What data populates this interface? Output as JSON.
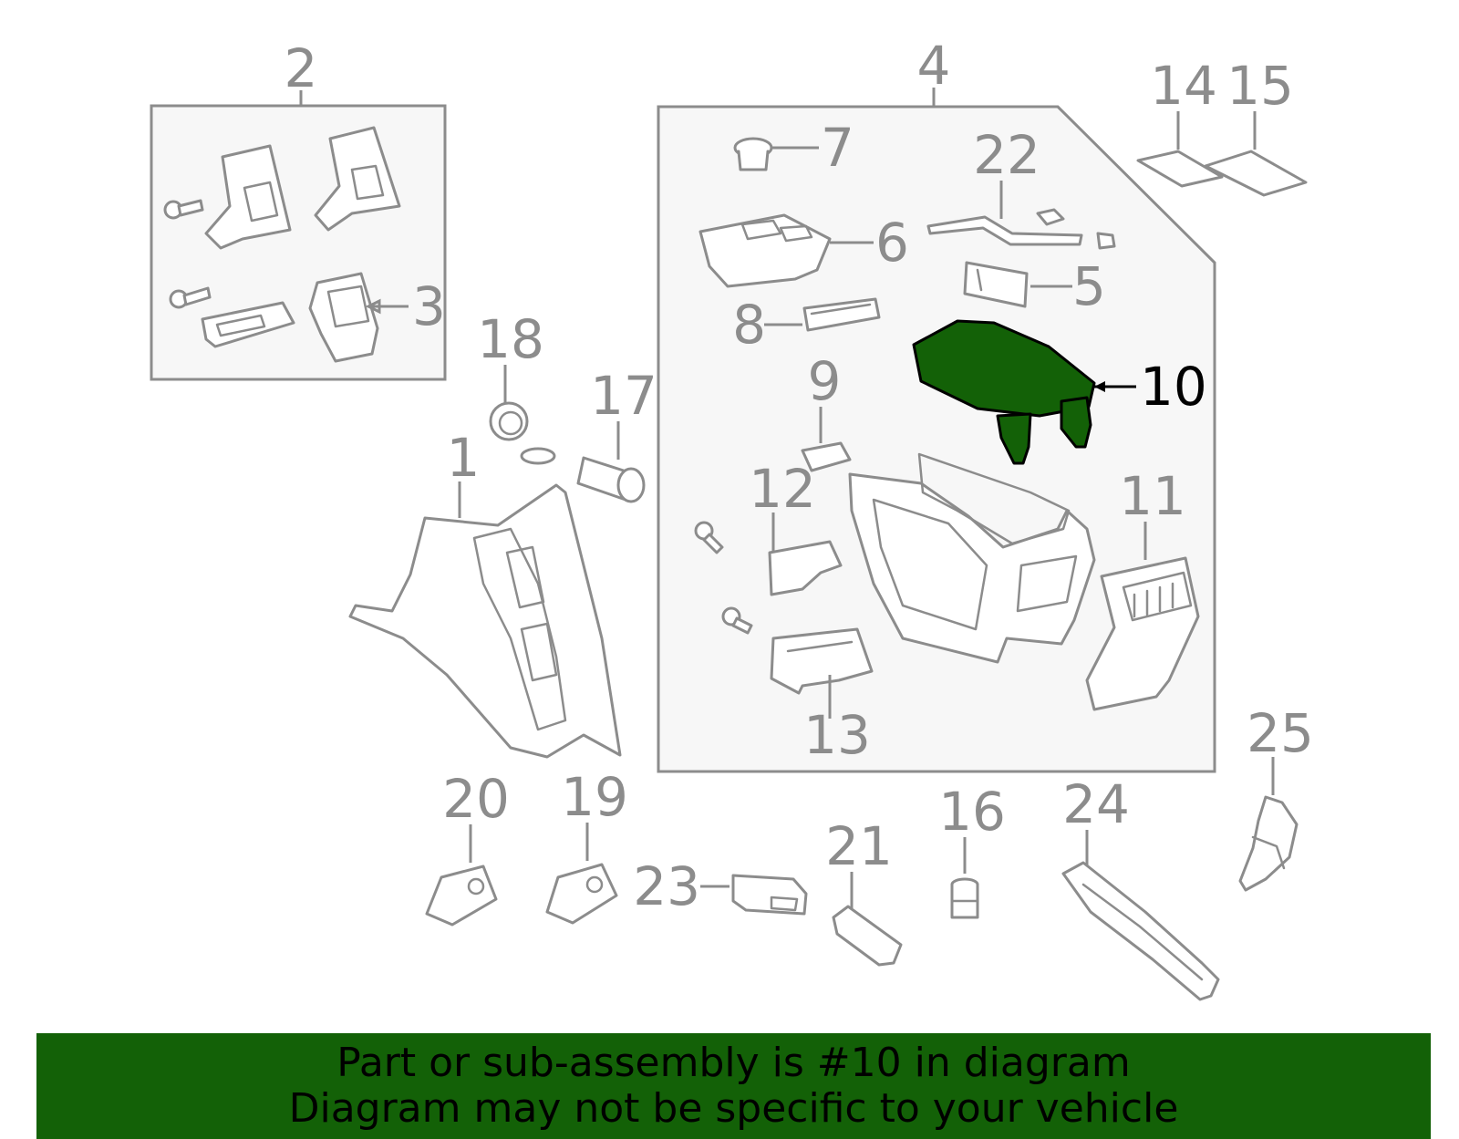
{
  "callouts": [
    {
      "id": "1",
      "label": "1"
    },
    {
      "id": "2",
      "label": "2"
    },
    {
      "id": "3",
      "label": "3"
    },
    {
      "id": "4",
      "label": "4"
    },
    {
      "id": "5",
      "label": "5"
    },
    {
      "id": "6",
      "label": "6"
    },
    {
      "id": "7",
      "label": "7"
    },
    {
      "id": "8",
      "label": "8"
    },
    {
      "id": "9",
      "label": "9"
    },
    {
      "id": "10",
      "label": "10"
    },
    {
      "id": "11",
      "label": "11"
    },
    {
      "id": "12",
      "label": "12"
    },
    {
      "id": "13",
      "label": "13"
    },
    {
      "id": "14",
      "label": "14"
    },
    {
      "id": "15",
      "label": "15"
    },
    {
      "id": "16",
      "label": "16"
    },
    {
      "id": "17",
      "label": "17"
    },
    {
      "id": "18",
      "label": "18"
    },
    {
      "id": "19",
      "label": "19"
    },
    {
      "id": "20",
      "label": "20"
    },
    {
      "id": "21",
      "label": "21"
    },
    {
      "id": "22",
      "label": "22"
    },
    {
      "id": "23",
      "label": "23"
    },
    {
      "id": "24",
      "label": "24"
    },
    {
      "id": "25",
      "label": "25"
    }
  ],
  "highlighted_part": "10",
  "colors": {
    "highlight": "#136107",
    "line": "#8c8c8c",
    "banner": "#136107",
    "panel": "#f7f7f7"
  },
  "banner": {
    "line1": "Part or sub-assembly is #10 in diagram",
    "line2": "Diagram may not be specific to your vehicle"
  }
}
